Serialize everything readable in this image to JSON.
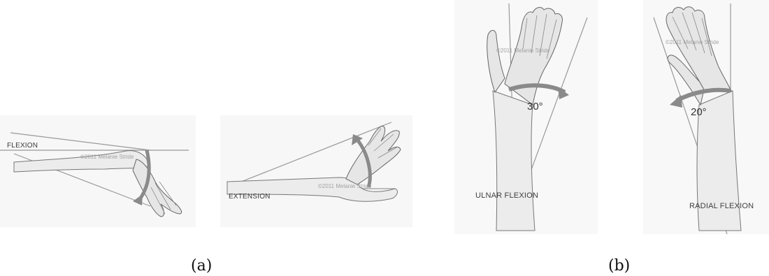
{
  "figure": {
    "panel_a": {
      "caption": "(a)",
      "flexion": {
        "label": "FLEXION",
        "watermark": "©2011 Melanie Stride"
      },
      "extension": {
        "label": "EXTENSION",
        "watermark": "©2011 Melanie Stride"
      }
    },
    "panel_b": {
      "caption": "(b)",
      "ulnar": {
        "label": "ULNAR FLEXION",
        "angle": "30°",
        "watermark": "©2011 Melanie Stride"
      },
      "radial": {
        "label": "RADIAL FLEXION",
        "angle": "20°",
        "watermark": "©2011 Melanie Stride"
      }
    }
  }
}
